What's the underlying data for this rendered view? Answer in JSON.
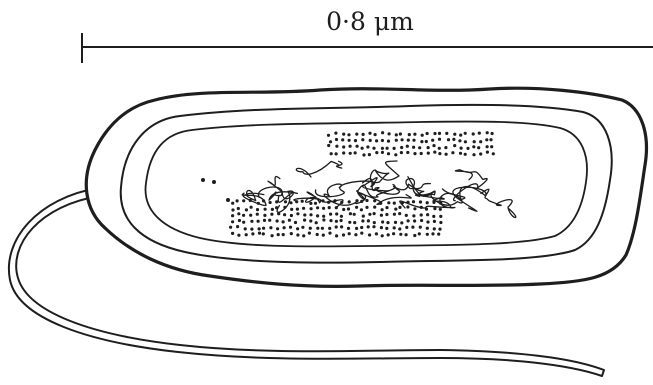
{
  "figure": {
    "scale_bar": {
      "label": "0·8 μm"
    },
    "structures": [
      "scale-bar",
      "flagellum",
      "cell-wall",
      "plasma-membrane",
      "cytoplasm",
      "nucleoid-dna",
      "ribosomes"
    ]
  },
  "colors": {
    "ink": "#1e1e1e",
    "background": "#ffffff"
  }
}
